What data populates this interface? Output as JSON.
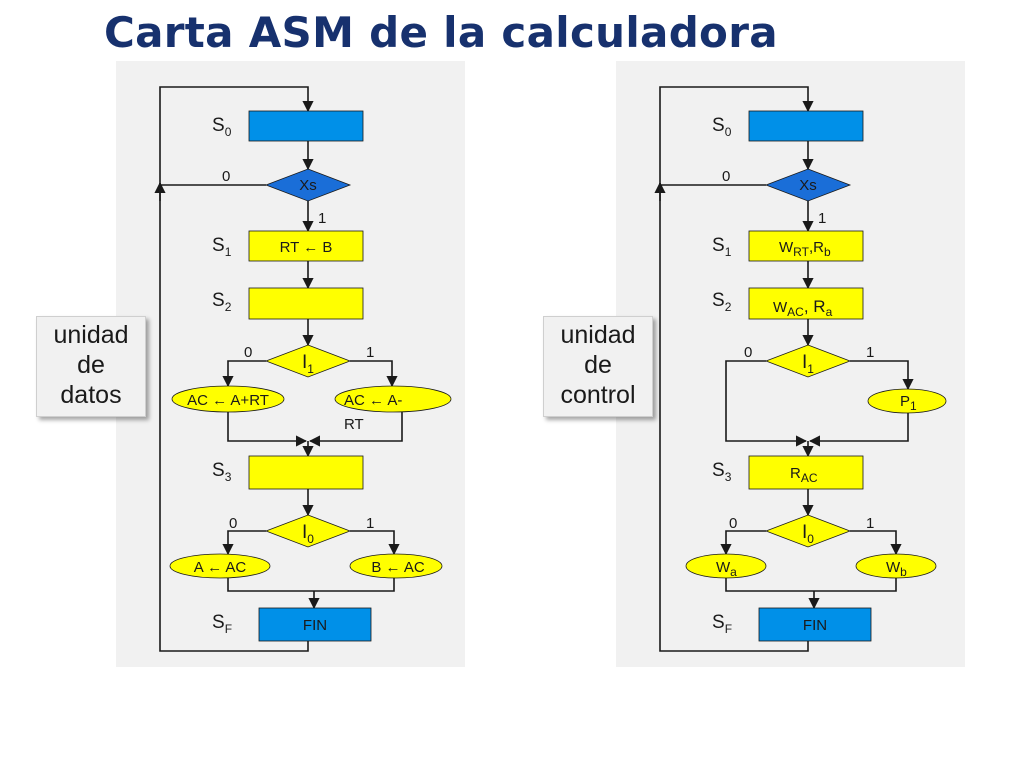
{
  "title": "Carta ASM de la calculadora",
  "colors": {
    "state_box": "#0090e8",
    "decision": "#1a6ed8",
    "conditional": "#ffff00",
    "title": "#17316e",
    "panel": "#f1f1f1"
  },
  "datos": {
    "callout": [
      "unidad",
      "de",
      "datos"
    ],
    "states": {
      "s0": "S",
      "s0_sub": "0",
      "s1": "S",
      "s1_sub": "1",
      "s2": "S",
      "s2_sub": "2",
      "s3": "S",
      "s3_sub": "3",
      "sf": "S",
      "sf_sub": "F"
    },
    "boxes": {
      "s1": "RT ← B",
      "sf": "FIN"
    },
    "decisions": {
      "xs": "Xs",
      "i1": "I",
      "i1_sub": "1",
      "i0": "I",
      "i0_sub": "0"
    },
    "branch_labels": {
      "xs_0": "0",
      "xs_1": "1",
      "i1_0": "0",
      "i1_1": "1",
      "i0_0": "0",
      "i0_1": "1"
    },
    "ovals": {
      "i1_left": "AC ← A+RT",
      "i1_right_1": "AC ← A-",
      "i1_right_2": "RT",
      "i0_left": "A ← AC",
      "i0_right": "B ← AC"
    }
  },
  "control": {
    "callout": [
      "unidad",
      "de",
      "control"
    ],
    "states": {
      "s0": "S",
      "s0_sub": "0",
      "s1": "S",
      "s1_sub": "1",
      "s2": "S",
      "s2_sub": "2",
      "s3": "S",
      "s3_sub": "3",
      "sf": "S",
      "sf_sub": "F"
    },
    "boxes": {
      "s1_a": "W",
      "s1_a_sub": "RT",
      "s1_b": ",R",
      "s1_b_sub": "b",
      "s2_a": "W",
      "s2_a_sub": "AC",
      "s2_b": ", R",
      "s2_b_sub": "a",
      "s3": "R",
      "s3_sub": "AC",
      "sf": "FIN"
    },
    "decisions": {
      "xs": "Xs",
      "i1": "I",
      "i1_sub": "1",
      "i0": "I",
      "i0_sub": "0"
    },
    "branch_labels": {
      "xs_0": "0",
      "xs_1": "1",
      "i1_0": "0",
      "i1_1": "1",
      "i0_0": "0",
      "i0_1": "1"
    },
    "ovals": {
      "i1_right": "P",
      "i1_right_sub": "1",
      "i0_left": "W",
      "i0_left_sub": "a",
      "i0_right": "W",
      "i0_right_sub": "b"
    }
  }
}
